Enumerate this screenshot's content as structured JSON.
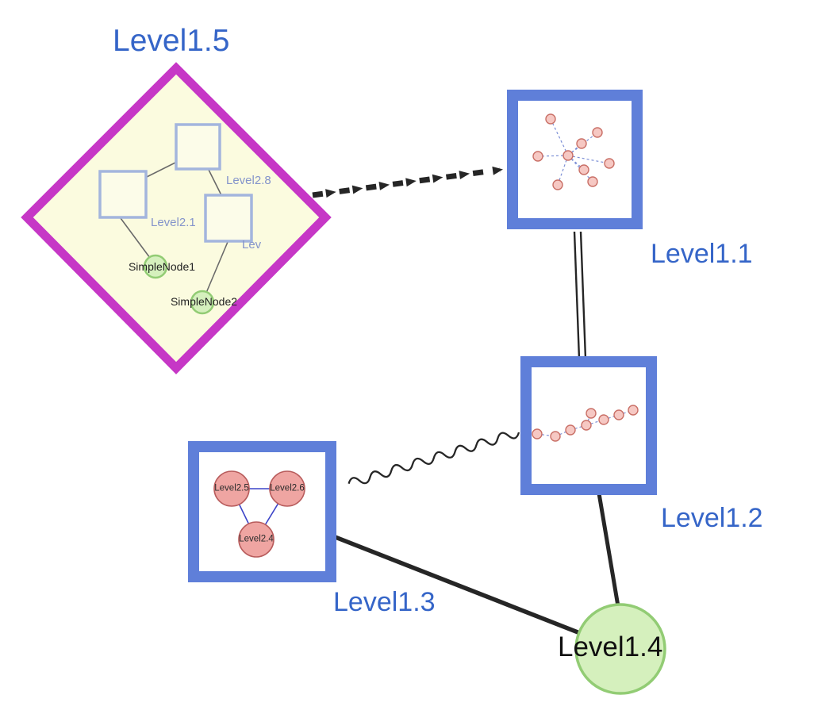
{
  "labels": {
    "level1_5": "Level1.5",
    "level1_1": "Level1.1",
    "level1_2": "Level1.2",
    "level1_3": "Level1.3",
    "level1_4": "Level1.4",
    "level2_8": "Level2.8",
    "level2_1": "Level2.1",
    "level2_partial": "Lev",
    "simple_node1": "SimpleNode1",
    "simple_node2": "SimpleNode2",
    "level2_5": "Level2.5",
    "level2_6": "Level2.6",
    "level2_4": "Level2.4"
  },
  "edges": [
    {
      "from": "Level1.5",
      "to": "Level1.1",
      "style": "thick-dashed-with-arrowheads"
    },
    {
      "from": "Level1.1",
      "to": "Level1.2",
      "style": "double-parallel-line"
    },
    {
      "from": "Level1.2",
      "to": "Level1.3",
      "style": "wavy"
    },
    {
      "from": "Level1.3",
      "to": "Level1.4",
      "style": "solid-thick"
    },
    {
      "from": "Level1.2",
      "to": "Level1.4",
      "style": "solid-thick"
    }
  ],
  "colors": {
    "label_blue": "#3565c8",
    "inner_label_blue": "#8494cb",
    "node_border_blue": "#5f7fd9",
    "diamond_border": "#c637c6",
    "diamond_fill": "#fbfbdf",
    "inner_sq_border": "#a3b5dd",
    "inner_sq_fill": "#fcfce9",
    "green_fill": "#d5f0bd",
    "green_border": "#92cc74",
    "pink_fill": "#f6c8c3",
    "pink_border": "#c96f66",
    "pink_big_fill": "#efa5a2",
    "pink_big_border": "#b85c5c",
    "dashed_edge_blue": "#7c8fd6",
    "triangle_edge": "#3c44c8",
    "edge_dark": "#262626",
    "inner_edge_gray": "#6a6a6a"
  }
}
